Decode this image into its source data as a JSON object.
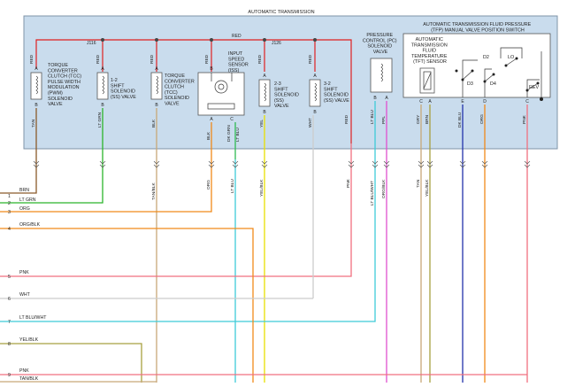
{
  "diagram": {
    "title": "AUTOMATIC TRANSMISSION",
    "tfp_title_line1": "AUTOMATIC TRANSMISSION FLUID PRESSURE",
    "tfp_title_line2": "(TFP) MANUAL VALVE POSITION SWITCH",
    "splices": {
      "left": "J116",
      "right": "J126"
    },
    "components": {
      "tcc_pwm": [
        "TORQUE",
        "CONVERTER",
        "CLUTCH (TCC)",
        "PULSE WIDTH",
        "MODULATION",
        "(PWM)",
        "SOLENOID",
        "VALVE"
      ],
      "ss_12": [
        "1-2",
        "SHIFT",
        "SOLENOID",
        "(SS) VALVE"
      ],
      "tcc_sol": [
        "TORQUE",
        "CONVERTER",
        "CLUTCH",
        "(TCC)",
        "SOLENOID",
        "VALVE"
      ],
      "iss": [
        "INPUT",
        "SPEED",
        "SENSOR",
        "(ISS)"
      ],
      "ss_23": [
        "2-3",
        "SHIFT",
        "SOLENOID",
        "(SS)",
        "VALVE"
      ],
      "ss_32": [
        "3-2",
        "SHIFT",
        "SOLENOID",
        "(SS) VALVE"
      ],
      "pc_sol": [
        "PRESSURE",
        "CONTROL (PC)",
        "SOLENOID",
        "VALVE"
      ],
      "tft": [
        "AUTOMATIC",
        "TRANSMISSION",
        "FLUID",
        "TEMPERATURE",
        "(TFT) SENSOR"
      ]
    },
    "switch_labels": {
      "d2": "D2",
      "lo": "LO",
      "d3": "D3",
      "d4": "D4",
      "rev": "REV"
    },
    "pin_letters": {
      "a": "A",
      "b": "B",
      "c": "C",
      "d": "D",
      "e": "E"
    },
    "wire_labels": {
      "red": "RED",
      "tan": "TAN",
      "lt_grn": "LT GRN",
      "blk": "BLK",
      "dk_grn": "DK GRN",
      "lt_blu": "LT BLU",
      "yel": "YEL",
      "wht": "WHT",
      "lt_blu_short": "LT BLU",
      "ppl": "PPL",
      "gry": "GRY",
      "brn": "BRN",
      "dk_blu": "DK BLU",
      "org": "ORG",
      "pnk": "PNK",
      "tan_blk": "TAN/BLK",
      "org_ex": "ORG",
      "lt_blu_ex": "LT BLU",
      "yel_blk": "YEL/BLK",
      "pnk_ex": "PNK",
      "lt_blu_wht": "LT BLU/WHT",
      "org_blk": "ORG/BLK",
      "tan_ex": "TAN",
      "yel_blk_ex": "YEL/BLK"
    },
    "harness": [
      {
        "num": "1",
        "label": "BRN"
      },
      {
        "num": "2",
        "label": "LT GRN"
      },
      {
        "num": "3",
        "label": "ORG"
      },
      {
        "num": "4",
        "label": "ORG/BLK"
      },
      {
        "num": "5",
        "label": "PNK"
      },
      {
        "num": "6",
        "label": "WHT"
      },
      {
        "num": "7",
        "label": "LT BLU/WHT"
      },
      {
        "num": "8",
        "label": "YEL/BLK"
      },
      {
        "num": "9",
        "label": "PNK"
      },
      {
        "num": "",
        "label": "TAN/BLK"
      }
    ],
    "colors": {
      "panel_fill": "#c9dced",
      "red": "#e02020",
      "green": "#2bb52b",
      "orange": "#f08a1a",
      "pink": "#f07080",
      "cyan": "#3ecbd8",
      "magenta": "#e050d0",
      "yellow": "#e8e000",
      "tan": "#c8a878",
      "brown": "#8a5a2a",
      "dkblue": "#2233aa",
      "gray": "#999999",
      "olive": "#a8a040",
      "black": "#333333"
    }
  }
}
